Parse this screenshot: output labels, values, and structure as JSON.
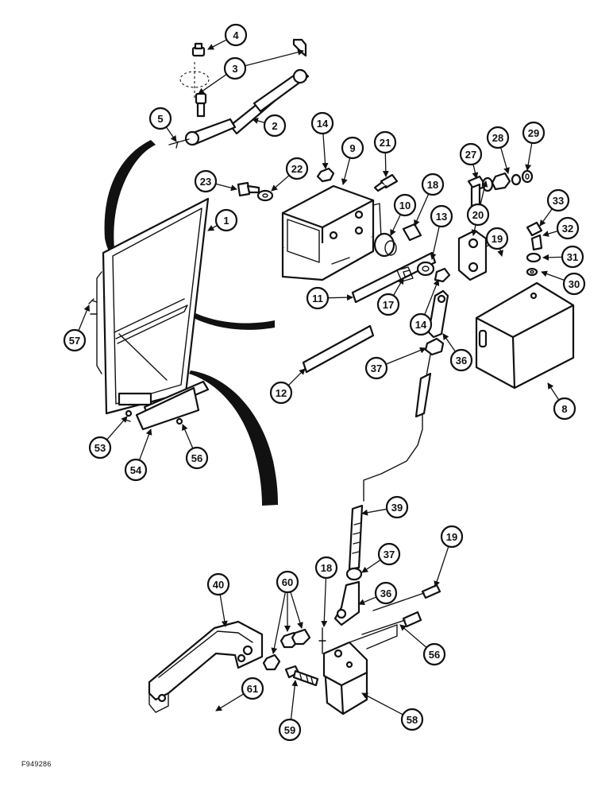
{
  "figure_code": "F949286",
  "colors": {
    "ink": "#111111",
    "paper": "#ffffff"
  },
  "callouts": [
    "1",
    "2",
    "3",
    "4",
    "5",
    "8",
    "9",
    "10",
    "11",
    "12",
    "13",
    "14",
    "14",
    "17",
    "18",
    "18",
    "19",
    "19",
    "20",
    "21",
    "22",
    "23",
    "27",
    "28",
    "29",
    "30",
    "31",
    "32",
    "33",
    "36",
    "36",
    "37",
    "37",
    "39",
    "40",
    "53",
    "54",
    "56",
    "56",
    "57",
    "58",
    "59",
    "60",
    "61"
  ]
}
